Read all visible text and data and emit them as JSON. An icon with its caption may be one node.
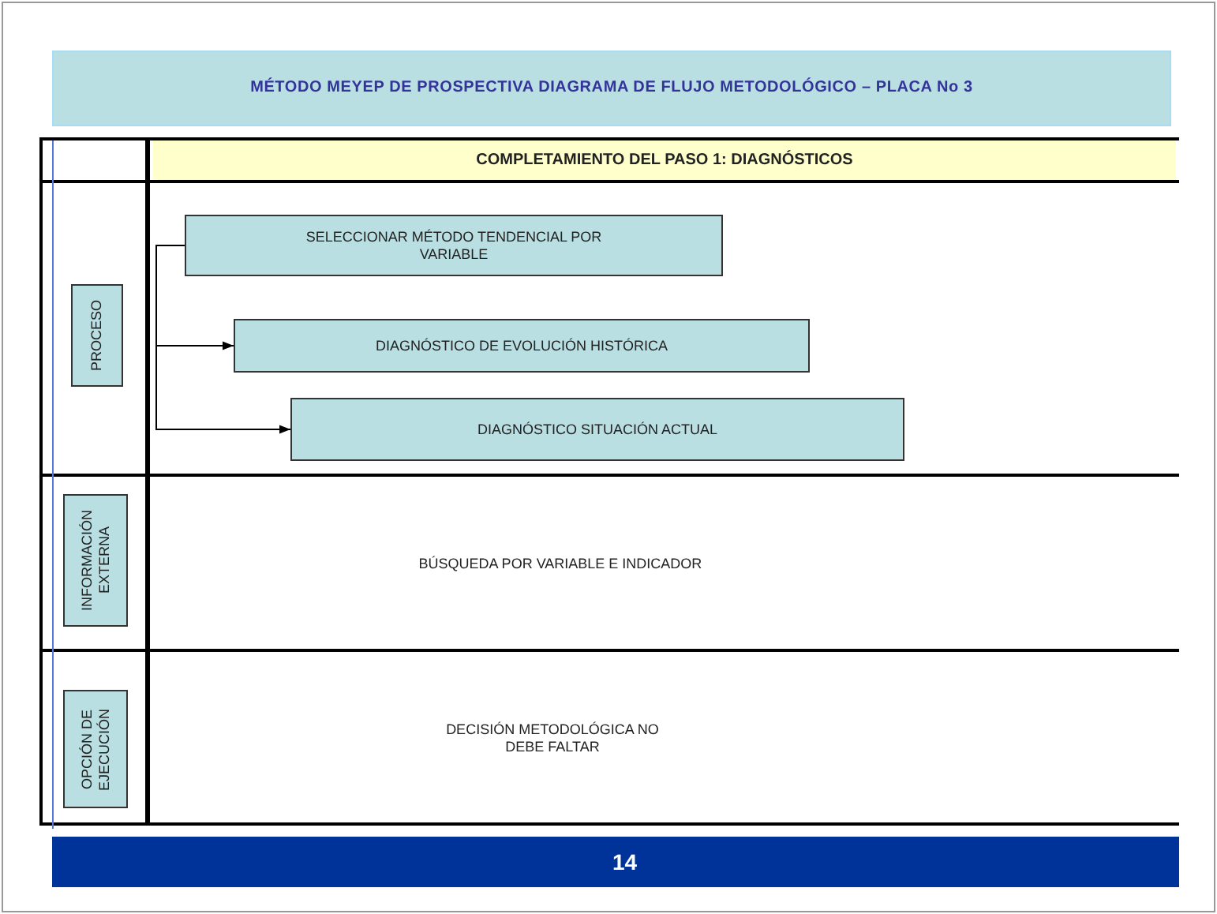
{
  "diagram": {
    "title": "MÉTODO MEYEP DE PROSPECTIVA DIAGRAMA DE FLUJO METODOLÓGICO – PLACA No 3",
    "nodes": [
      {
        "text": [
          "COMPLETAMIENTO DEL PASO 1: DIAGNÓSTICOS"
        ]
      },
      {
        "text": [
          "PROCESO"
        ]
      },
      {
        "text": [
          "SELECCIONAR MÉTODO TENDENCIAL POR VARIABLE"
        ]
      },
      {
        "text": [
          "DIAGNÓSTICO DE EVOLUCIÓN HISTÓRICA"
        ]
      },
      {
        "text": [
          "DIAGNÓSTICO SITUACIÓN ACTUAL"
        ]
      },
      {
        "text": [
          "INFORMACIÓN EXTERNA"
        ]
      },
      {
        "text": [
          "OPCIÓN DE EJECUCIÓN"
        ]
      }
    ],
    "edges": [
      {
        "from": 2,
        "to": 3,
        "arrow": "to"
      },
      {
        "from": 2,
        "to": 4,
        "arrow": "to"
      }
    ],
    "labels": [
      "BÚSQUEDA POR VARIABLE E INDICADOR",
      "DECISIÓN METODOLÓGICA NO DEBE FALTAR",
      "14"
    ]
  }
}
